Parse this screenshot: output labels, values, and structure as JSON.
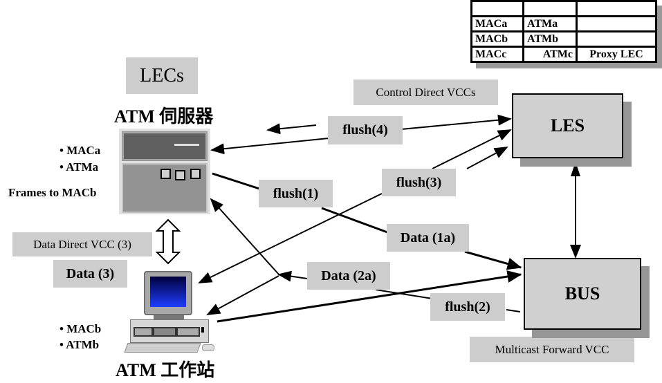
{
  "table": {
    "rows": [
      [
        "",
        "",
        ""
      ],
      [
        "MACa",
        "ATMa",
        ""
      ],
      [
        "MACb",
        "ATMb",
        ""
      ],
      [
        "MACc",
        "ATMc",
        "Proxy LEC"
      ]
    ]
  },
  "labels": {
    "lecs": "LECs",
    "server_title": "ATM 伺服器",
    "workstation_title": "ATM 工作站",
    "server_bullets": [
      "• MACa",
      "• ATMa"
    ],
    "frames": "Frames to MACb",
    "ws_bullets": [
      "• MACb",
      "• ATMb"
    ],
    "control_direct": "Control Direct VCCs",
    "data_direct": "Data Direct VCC (3)",
    "multicast": "Multicast Forward VCC",
    "flush1": "flush(1)",
    "flush2": "flush(2)",
    "flush3": "flush(3)",
    "flush4": "flush(4)",
    "data1a": "Data (1a)",
    "data2a": "Data (2a)",
    "data3": "Data (3)"
  },
  "nodes": {
    "les": "LES",
    "bus": "BUS"
  },
  "colors": {
    "label_bg": "#cdcdcd",
    "box_bg": "#d0d0d0",
    "shadow": "#969696",
    "screen_top": "#00003a",
    "screen_bottom": "#1e3cff"
  }
}
